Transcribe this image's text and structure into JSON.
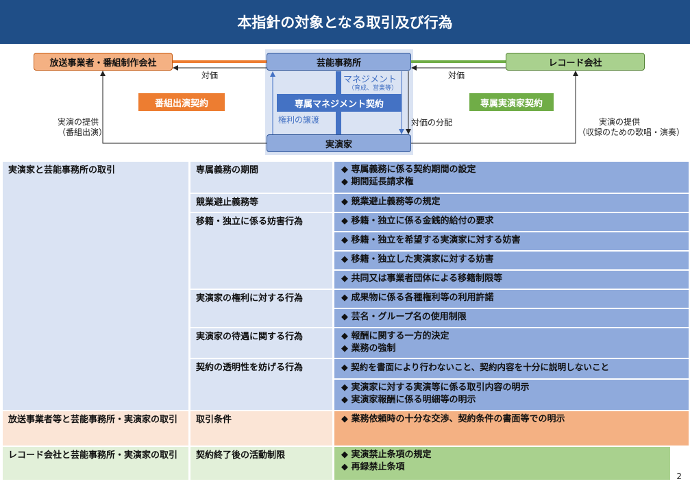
{
  "title": "本指針の対象となる取引及び行為",
  "diagram": {
    "broadcaster": "放送事業者・番組制作会社",
    "agency": "芸能事務所",
    "record_company": "レコード会社",
    "performer": "実演家",
    "left_payment": "対価",
    "right_payment": "対価",
    "left_contract": "番組出演契約",
    "right_contract": "専属実演家契約",
    "management": "マネジメント",
    "management_sub": "（育成、営業等）",
    "exclusive_contract": "専属マネジメント契約",
    "rights_transfer": "権利の譲渡",
    "distribution": "対価の分配",
    "left_performance_1": "実演の提供",
    "left_performance_2": "（番組出演）",
    "right_performance_1": "実演の提供",
    "right_performance_2": "（収録のための歌唱・演奏）"
  },
  "table": {
    "sec1": "実演家と芸能事務所の取引",
    "sec2": "放送事業者等と芸能事務所・実演家の取引",
    "sec3": "レコード会社と芸能事務所・実演家の取引",
    "sub": {
      "s1": "専属義務の期間",
      "s2": "競業避止義務等",
      "s3": "移籍・独立に係る妨害行為",
      "s4": "実演家の権利に対する行為",
      "s5": "実演家の待遇に関する行為",
      "s6": "契約の透明性を妨げる行為",
      "s7": "取引条件",
      "s8": "契約終了後の活動制限"
    },
    "items": {
      "r1a": "◆ 専属義務に係る契約期間の設定",
      "r1b": "◆ 期間延長請求権",
      "r2": "◆ 競業避止義務等の規定",
      "r3": "◆ 移籍・独立に係る金銭的給付の要求",
      "r4": "◆ 移籍・独立を希望する実演家に対する妨害",
      "r5": "◆ 移籍・独立した実演家に対する妨害",
      "r6": "◆ 共同又は事業者団体による移籍制限等",
      "r7": "◆ 成果物に係る各種権利等の利用許諾",
      "r8": "◆ 芸名・グループ名の使用制限",
      "r9a": "◆ 報酬に関する一方的決定",
      "r9b": "◆ 業務の強制",
      "r10": "◆ 契約を書面により行わないこと、契約内容を十分に説明しないこと",
      "r11a": "◆ 実演家に対する実演等に係る取引内容の明示",
      "r11b": "◆ 実演家報酬に係る明細等の明示",
      "r12": "◆ 業務依頼時の十分な交渉、契約条件の書面等での明示",
      "r13a": "◆ 実演禁止条項の規定",
      "r13b": "◆ 再録禁止条項"
    }
  },
  "page_number": "2",
  "colors": {
    "header": "#1f4e87",
    "orange": "#ed7d31",
    "green": "#70ad47",
    "blue": "#8faadc",
    "dark_blue": "#4472c4",
    "light_blue": "#dae3f3",
    "light_orange": "#fbe5d6",
    "light_green": "#e2f0d9"
  }
}
